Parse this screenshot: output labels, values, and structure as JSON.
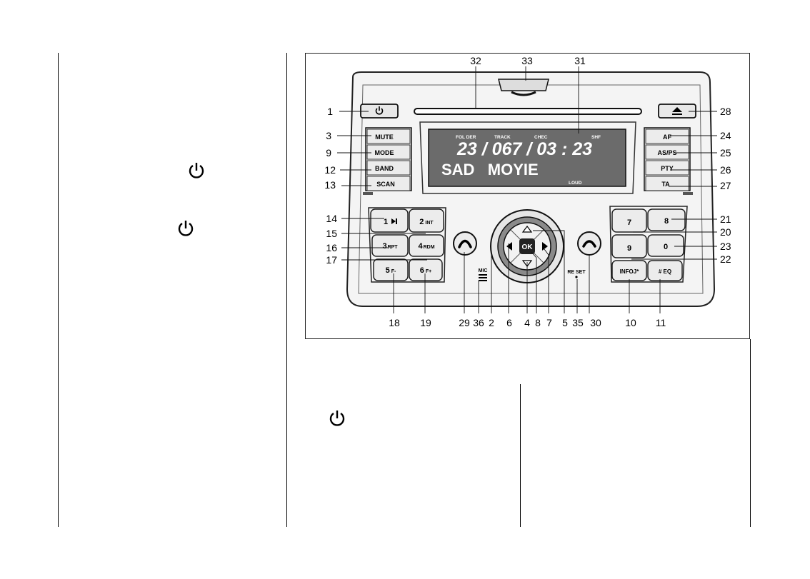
{
  "figure": {
    "callouts": {
      "top": [
        "32",
        "33",
        "31"
      ],
      "left": [
        "1",
        "3",
        "9",
        "12",
        "13",
        "14",
        "15",
        "16",
        "17"
      ],
      "right": [
        "28",
        "24",
        "25",
        "26",
        "27",
        "21",
        "20",
        "23",
        "22"
      ],
      "bottom": [
        "18",
        "19",
        "29",
        "36",
        "2",
        "6",
        "4",
        "8",
        "7",
        "5",
        "35",
        "30",
        "10",
        "11"
      ]
    },
    "buttons": {
      "mute": "MUTE",
      "mode": "MODE",
      "band": "BAND",
      "scan": "SCAN",
      "af": "AF",
      "asps": "AS/PS",
      "pty": "PTY",
      "ta": "TA",
      "preset1": "1",
      "preset2": "2",
      "preset2_sub": "INT",
      "preset3": "3",
      "preset3_sub": "RPT",
      "preset4": "4",
      "preset4_sub": "RDM",
      "preset5": "5",
      "preset5_sub": "F-",
      "preset6": "6",
      "preset6_sub": "F+",
      "key7": "7",
      "key8": "8",
      "key9": "9",
      "key0": "0",
      "info": "INFOJ*",
      "eq": "# EQ",
      "ok": "OK",
      "mic": "MIC",
      "reset": "RE SET"
    },
    "display": {
      "folder": "FOL DER",
      "track": "TRACK",
      "chec": "CHEC",
      "shf": "SHF",
      "line1": "23 / 067 / 03 : 23",
      "line2": "SAD   MOYIE",
      "loud": "LOUD"
    }
  }
}
